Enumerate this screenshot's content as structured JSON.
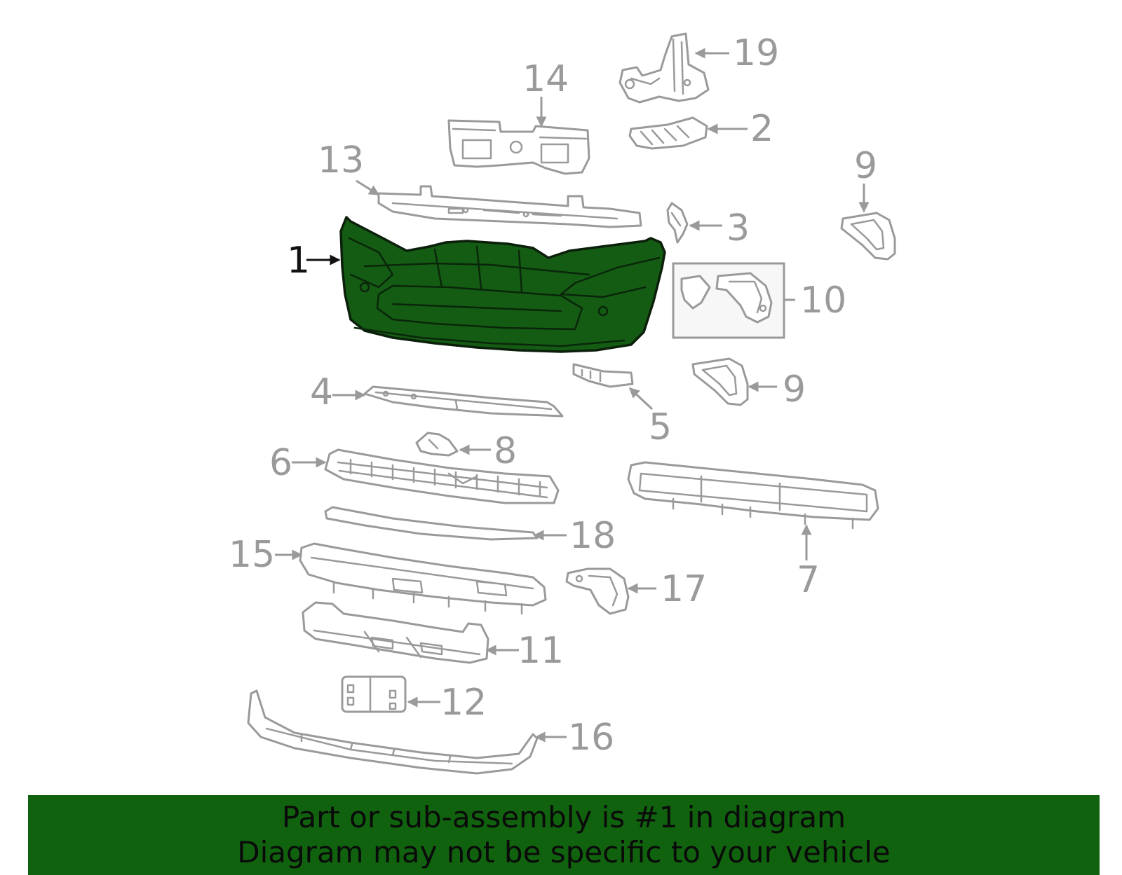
{
  "diagram": {
    "callouts": {
      "c1": "1",
      "c2": "2",
      "c3": "3",
      "c4": "4",
      "c5": "5",
      "c6": "6",
      "c7": "7",
      "c8": "8",
      "c9a": "9",
      "c9b": "9",
      "c10": "10",
      "c11": "11",
      "c12": "12",
      "c13": "13",
      "c14": "14",
      "c15": "15",
      "c16": "16",
      "c17": "17",
      "c18": "18",
      "c19": "19"
    },
    "highlight_color": "#145c14"
  },
  "banner": {
    "line1": "Part or sub-assembly is #1 in diagram",
    "line2": "Diagram may not be specific to your vehicle",
    "background": "#11620f"
  }
}
